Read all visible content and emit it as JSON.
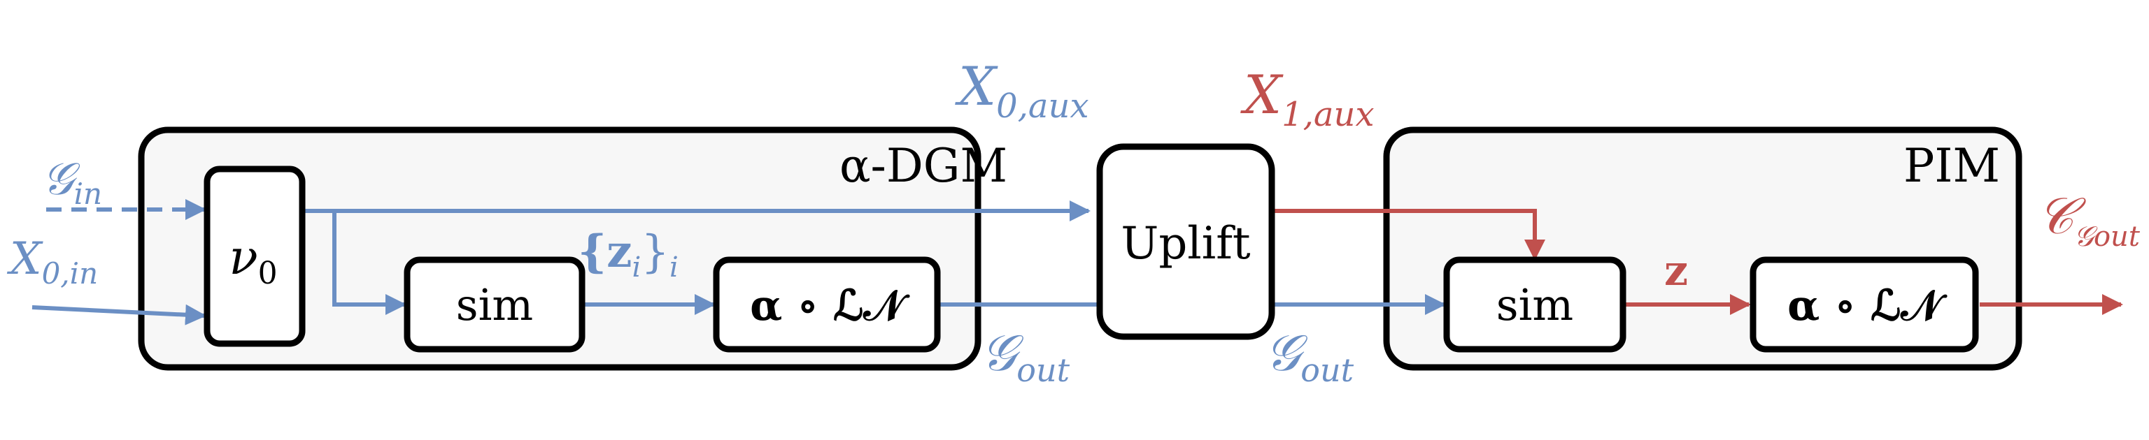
{
  "colors": {
    "blue": "#6b8fc4",
    "red": "#c0504d",
    "black": "#000000",
    "box_fill": "#f7f7f7",
    "inner_fill": "#ffffff"
  },
  "blocks": {
    "dgm_title": "α-DGM",
    "pim_title": "PIM",
    "nu0": "ν",
    "nu0_sub": "0",
    "sim_left": "sim",
    "ln_left": "α ∘ ℒ𝒩",
    "uplift": "Uplift",
    "sim_right": "sim",
    "ln_right": "α ∘ ℒ𝒩"
  },
  "labels": {
    "g_in": "𝒢",
    "g_in_sub": "in",
    "x0_in": "X",
    "x0_in_sub": "0,in",
    "zi_set": "{𝐳",
    "zi_sub": "i",
    "zi_close": "}",
    "zi_outer_sub": "i",
    "x0_aux": "X",
    "x0_aux_sub": "0,aux",
    "x1_aux": "X",
    "x1_aux_sub": "1,aux",
    "g_out_left": "𝒢",
    "g_out_left_sub": "out",
    "g_out_right": "𝒢",
    "g_out_right_sub": "out",
    "z": "𝐳",
    "c_gout": "𝒞",
    "c_gout_sub": "𝒢out"
  }
}
